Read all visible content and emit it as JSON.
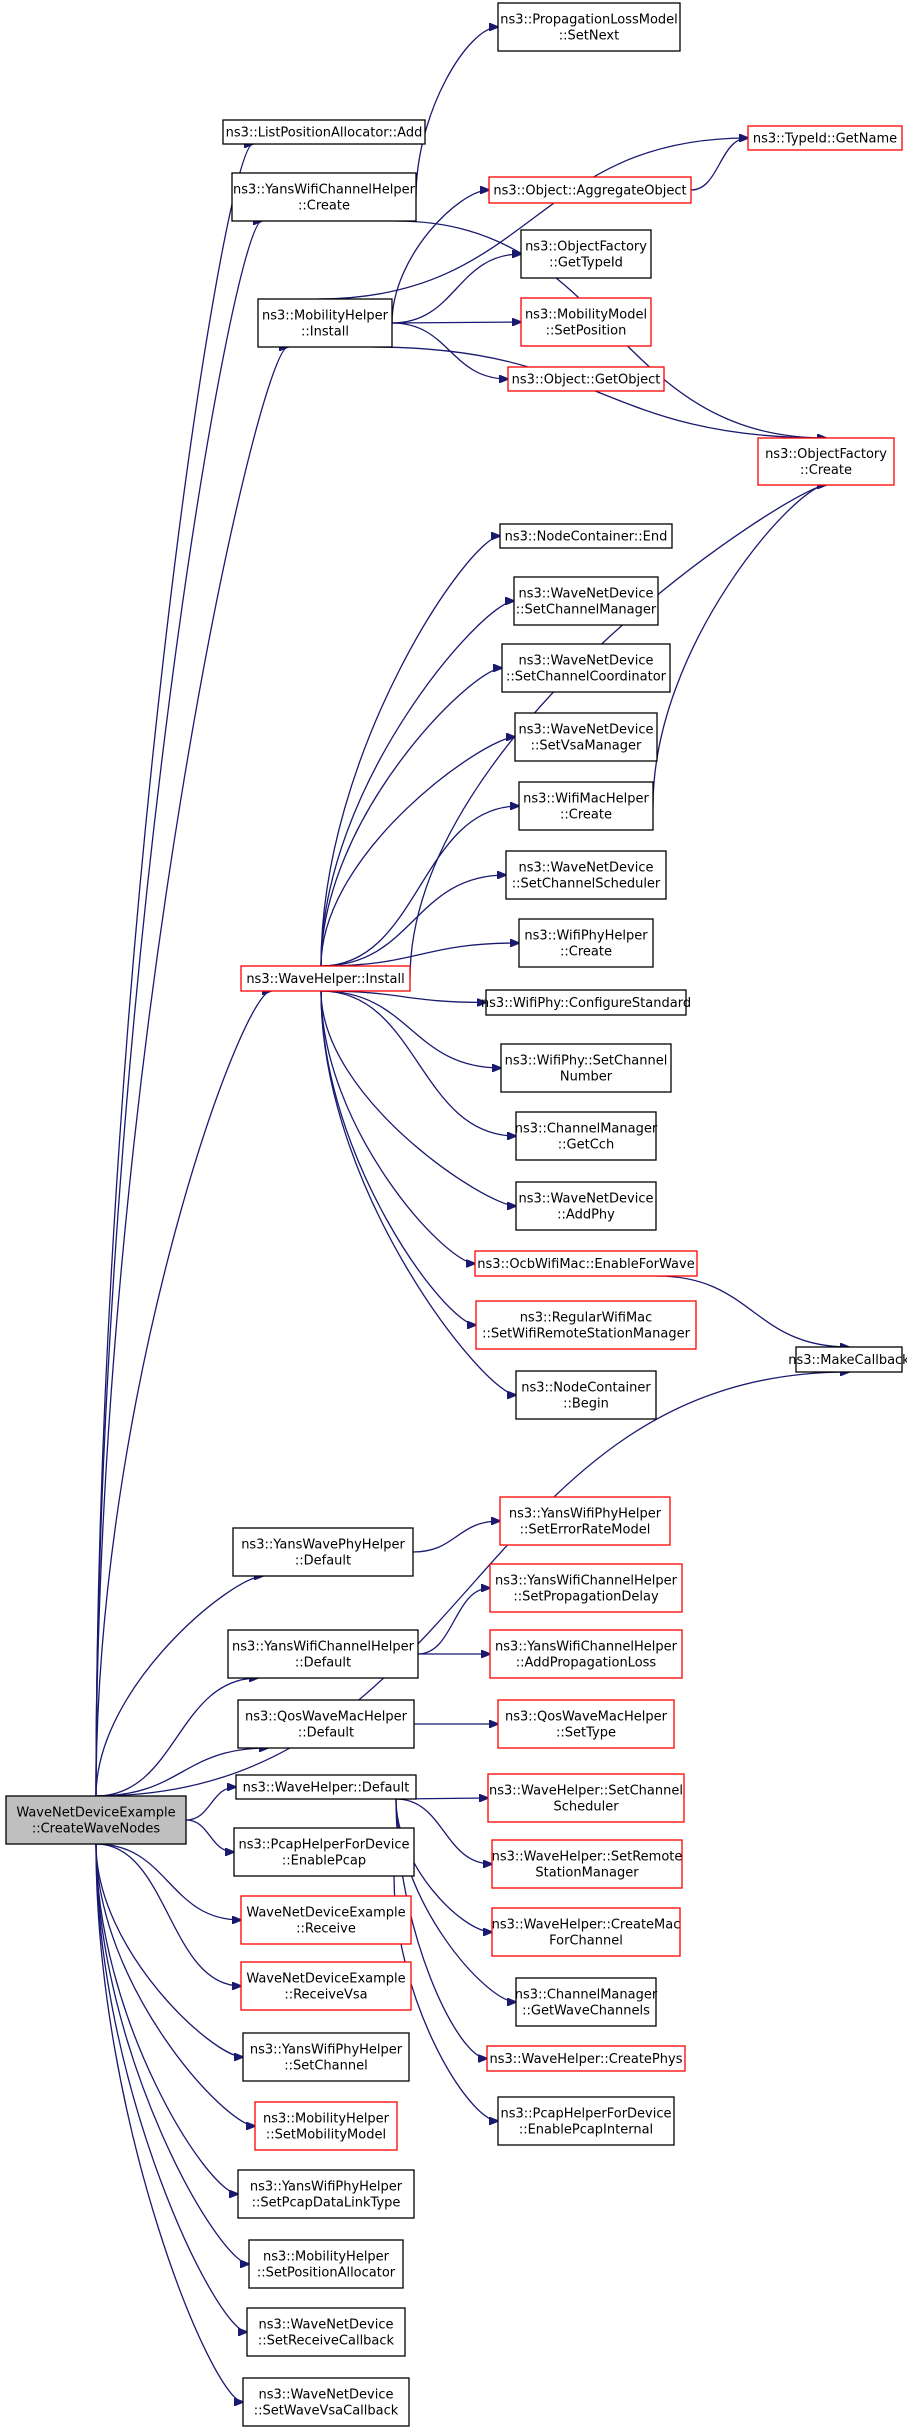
{
  "nodes": [
    {
      "id": "root",
      "lines": [
        "WaveNetDeviceExample",
        "::CreateWaveNodes"
      ],
      "color": "root"
    },
    {
      "id": "listpos",
      "lines": [
        "ns3::ListPositionAllocator::Add"
      ],
      "color": "black"
    },
    {
      "id": "yanschcreate",
      "lines": [
        "ns3::YansWifiChannelHelper",
        "::Create"
      ],
      "color": "black"
    },
    {
      "id": "mobinstall",
      "lines": [
        "ns3::MobilityHelper",
        "::Install"
      ],
      "color": "black"
    },
    {
      "id": "waveinstall",
      "lines": [
        "ns3::WaveHelper::Install"
      ],
      "color": "red"
    },
    {
      "id": "propsetnext",
      "lines": [
        "ns3::PropagationLossModel",
        "::SetNext"
      ],
      "color": "black"
    },
    {
      "id": "typeidgetname",
      "lines": [
        "ns3::TypeId::GetName"
      ],
      "color": "red"
    },
    {
      "id": "aggobj",
      "lines": [
        "ns3::Object::AggregateObject"
      ],
      "color": "red"
    },
    {
      "id": "objfactgettypeid",
      "lines": [
        "ns3::ObjectFactory",
        "::GetTypeId"
      ],
      "color": "black"
    },
    {
      "id": "mobmodelsetpos",
      "lines": [
        "ns3::MobilityModel",
        "::SetPosition"
      ],
      "color": "red"
    },
    {
      "id": "objgetobject",
      "lines": [
        "ns3::Object::GetObject"
      ],
      "color": "red"
    },
    {
      "id": "objfactcreate",
      "lines": [
        "ns3::ObjectFactory",
        "::Create"
      ],
      "color": "red"
    },
    {
      "id": "nodecontend",
      "lines": [
        "ns3::NodeContainer::End"
      ],
      "color": "black"
    },
    {
      "id": "wndsetchmgr",
      "lines": [
        "ns3::WaveNetDevice",
        "::SetChannelManager"
      ],
      "color": "black"
    },
    {
      "id": "wndsetchcoord",
      "lines": [
        "ns3::WaveNetDevice",
        "::SetChannelCoordinator"
      ],
      "color": "black"
    },
    {
      "id": "wndsetvsa",
      "lines": [
        "ns3::WaveNetDevice",
        "::SetVsaManager"
      ],
      "color": "black"
    },
    {
      "id": "wifimaccreate",
      "lines": [
        "ns3::WifiMacHelper",
        "::Create"
      ],
      "color": "black"
    },
    {
      "id": "wndsetchsched",
      "lines": [
        "ns3::WaveNetDevice",
        "::SetChannelScheduler"
      ],
      "color": "black"
    },
    {
      "id": "wifiphycreate",
      "lines": [
        "ns3::WifiPhyHelper",
        "::Create"
      ],
      "color": "black"
    },
    {
      "id": "wifiphyconfstd",
      "lines": [
        "ns3::WifiPhy::ConfigureStandard"
      ],
      "color": "black"
    },
    {
      "id": "wifiphysetch",
      "lines": [
        "ns3::WifiPhy::SetChannel",
        "Number"
      ],
      "color": "black"
    },
    {
      "id": "chmgrgetcch",
      "lines": [
        "ns3::ChannelManager",
        "::GetCch"
      ],
      "color": "black"
    },
    {
      "id": "wndaddphy",
      "lines": [
        "ns3::WaveNetDevice",
        "::AddPhy"
      ],
      "color": "black"
    },
    {
      "id": "ocbenable",
      "lines": [
        "ns3::OcbWifiMac::EnableForWave"
      ],
      "color": "red"
    },
    {
      "id": "regmac",
      "lines": [
        "ns3::RegularWifiMac",
        "::SetWifiRemoteStationManager"
      ],
      "color": "red"
    },
    {
      "id": "nodecontbegin",
      "lines": [
        "ns3::NodeContainer",
        "::Begin"
      ],
      "color": "black"
    },
    {
      "id": "makecallback",
      "lines": [
        "ns3::MakeCallback"
      ],
      "color": "black"
    },
    {
      "id": "yanswavephydef",
      "lines": [
        "ns3::YansWavePhyHelper",
        "::Default"
      ],
      "color": "black"
    },
    {
      "id": "seterrrate",
      "lines": [
        "ns3::YansWifiPhyHelper",
        "::SetErrorRateModel"
      ],
      "color": "red"
    },
    {
      "id": "yanschdef",
      "lines": [
        "ns3::YansWifiChannelHelper",
        "::Default"
      ],
      "color": "black"
    },
    {
      "id": "setpropdelay",
      "lines": [
        "ns3::YansWifiChannelHelper",
        "::SetPropagationDelay"
      ],
      "color": "red"
    },
    {
      "id": "addproploss",
      "lines": [
        "ns3::YansWifiChannelHelper",
        "::AddPropagationLoss"
      ],
      "color": "red"
    },
    {
      "id": "qosdef",
      "lines": [
        "ns3::QosWaveMacHelper",
        "::Default"
      ],
      "color": "black"
    },
    {
      "id": "qossettype",
      "lines": [
        "ns3::QosWaveMacHelper",
        "::SetType"
      ],
      "color": "red"
    },
    {
      "id": "wavedef",
      "lines": [
        "ns3::WaveHelper::Default"
      ],
      "color": "black"
    },
    {
      "id": "wavesetchsched",
      "lines": [
        "ns3::WaveHelper::SetChannel",
        "Scheduler"
      ],
      "color": "red"
    },
    {
      "id": "wavesetremote",
      "lines": [
        "ns3::WaveHelper::SetRemote",
        "StationManager"
      ],
      "color": "red"
    },
    {
      "id": "wavecreatemac",
      "lines": [
        "ns3::WaveHelper::CreateMac",
        "ForChannel"
      ],
      "color": "red"
    },
    {
      "id": "chmgrgetwave",
      "lines": [
        "ns3::ChannelManager",
        "::GetWaveChannels"
      ],
      "color": "black"
    },
    {
      "id": "wavecreatephys",
      "lines": [
        "ns3::WaveHelper::CreatePhys"
      ],
      "color": "red"
    },
    {
      "id": "pcapenable",
      "lines": [
        "ns3::PcapHelperForDevice",
        "::EnablePcap"
      ],
      "color": "black"
    },
    {
      "id": "pcapinternal",
      "lines": [
        "ns3::PcapHelperForDevice",
        "::EnablePcapInternal"
      ],
      "color": "black"
    },
    {
      "id": "wndereceive",
      "lines": [
        "WaveNetDeviceExample",
        "::Receive"
      ],
      "color": "red"
    },
    {
      "id": "wnderecvsa",
      "lines": [
        "WaveNetDeviceExample",
        "::ReceiveVsa"
      ],
      "color": "red"
    },
    {
      "id": "yansphysetch",
      "lines": [
        "ns3::YansWifiPhyHelper",
        "::SetChannel"
      ],
      "color": "black"
    },
    {
      "id": "mobsetmodel",
      "lines": [
        "ns3::MobilityHelper",
        "::SetMobilityModel"
      ],
      "color": "red"
    },
    {
      "id": "yanssetpcap",
      "lines": [
        "ns3::YansWifiPhyHelper",
        "::SetPcapDataLinkType"
      ],
      "color": "black"
    },
    {
      "id": "mobsetposalloc",
      "lines": [
        "ns3::MobilityHelper",
        "::SetPositionAllocator"
      ],
      "color": "black"
    },
    {
      "id": "wndsetrecvcb",
      "lines": [
        "ns3::WaveNetDevice",
        "::SetReceiveCallback"
      ],
      "color": "black"
    },
    {
      "id": "wndsetvsacb",
      "lines": [
        "ns3::WaveNetDevice",
        "::SetWaveVsaCallback"
      ],
      "color": "black"
    }
  ]
}
